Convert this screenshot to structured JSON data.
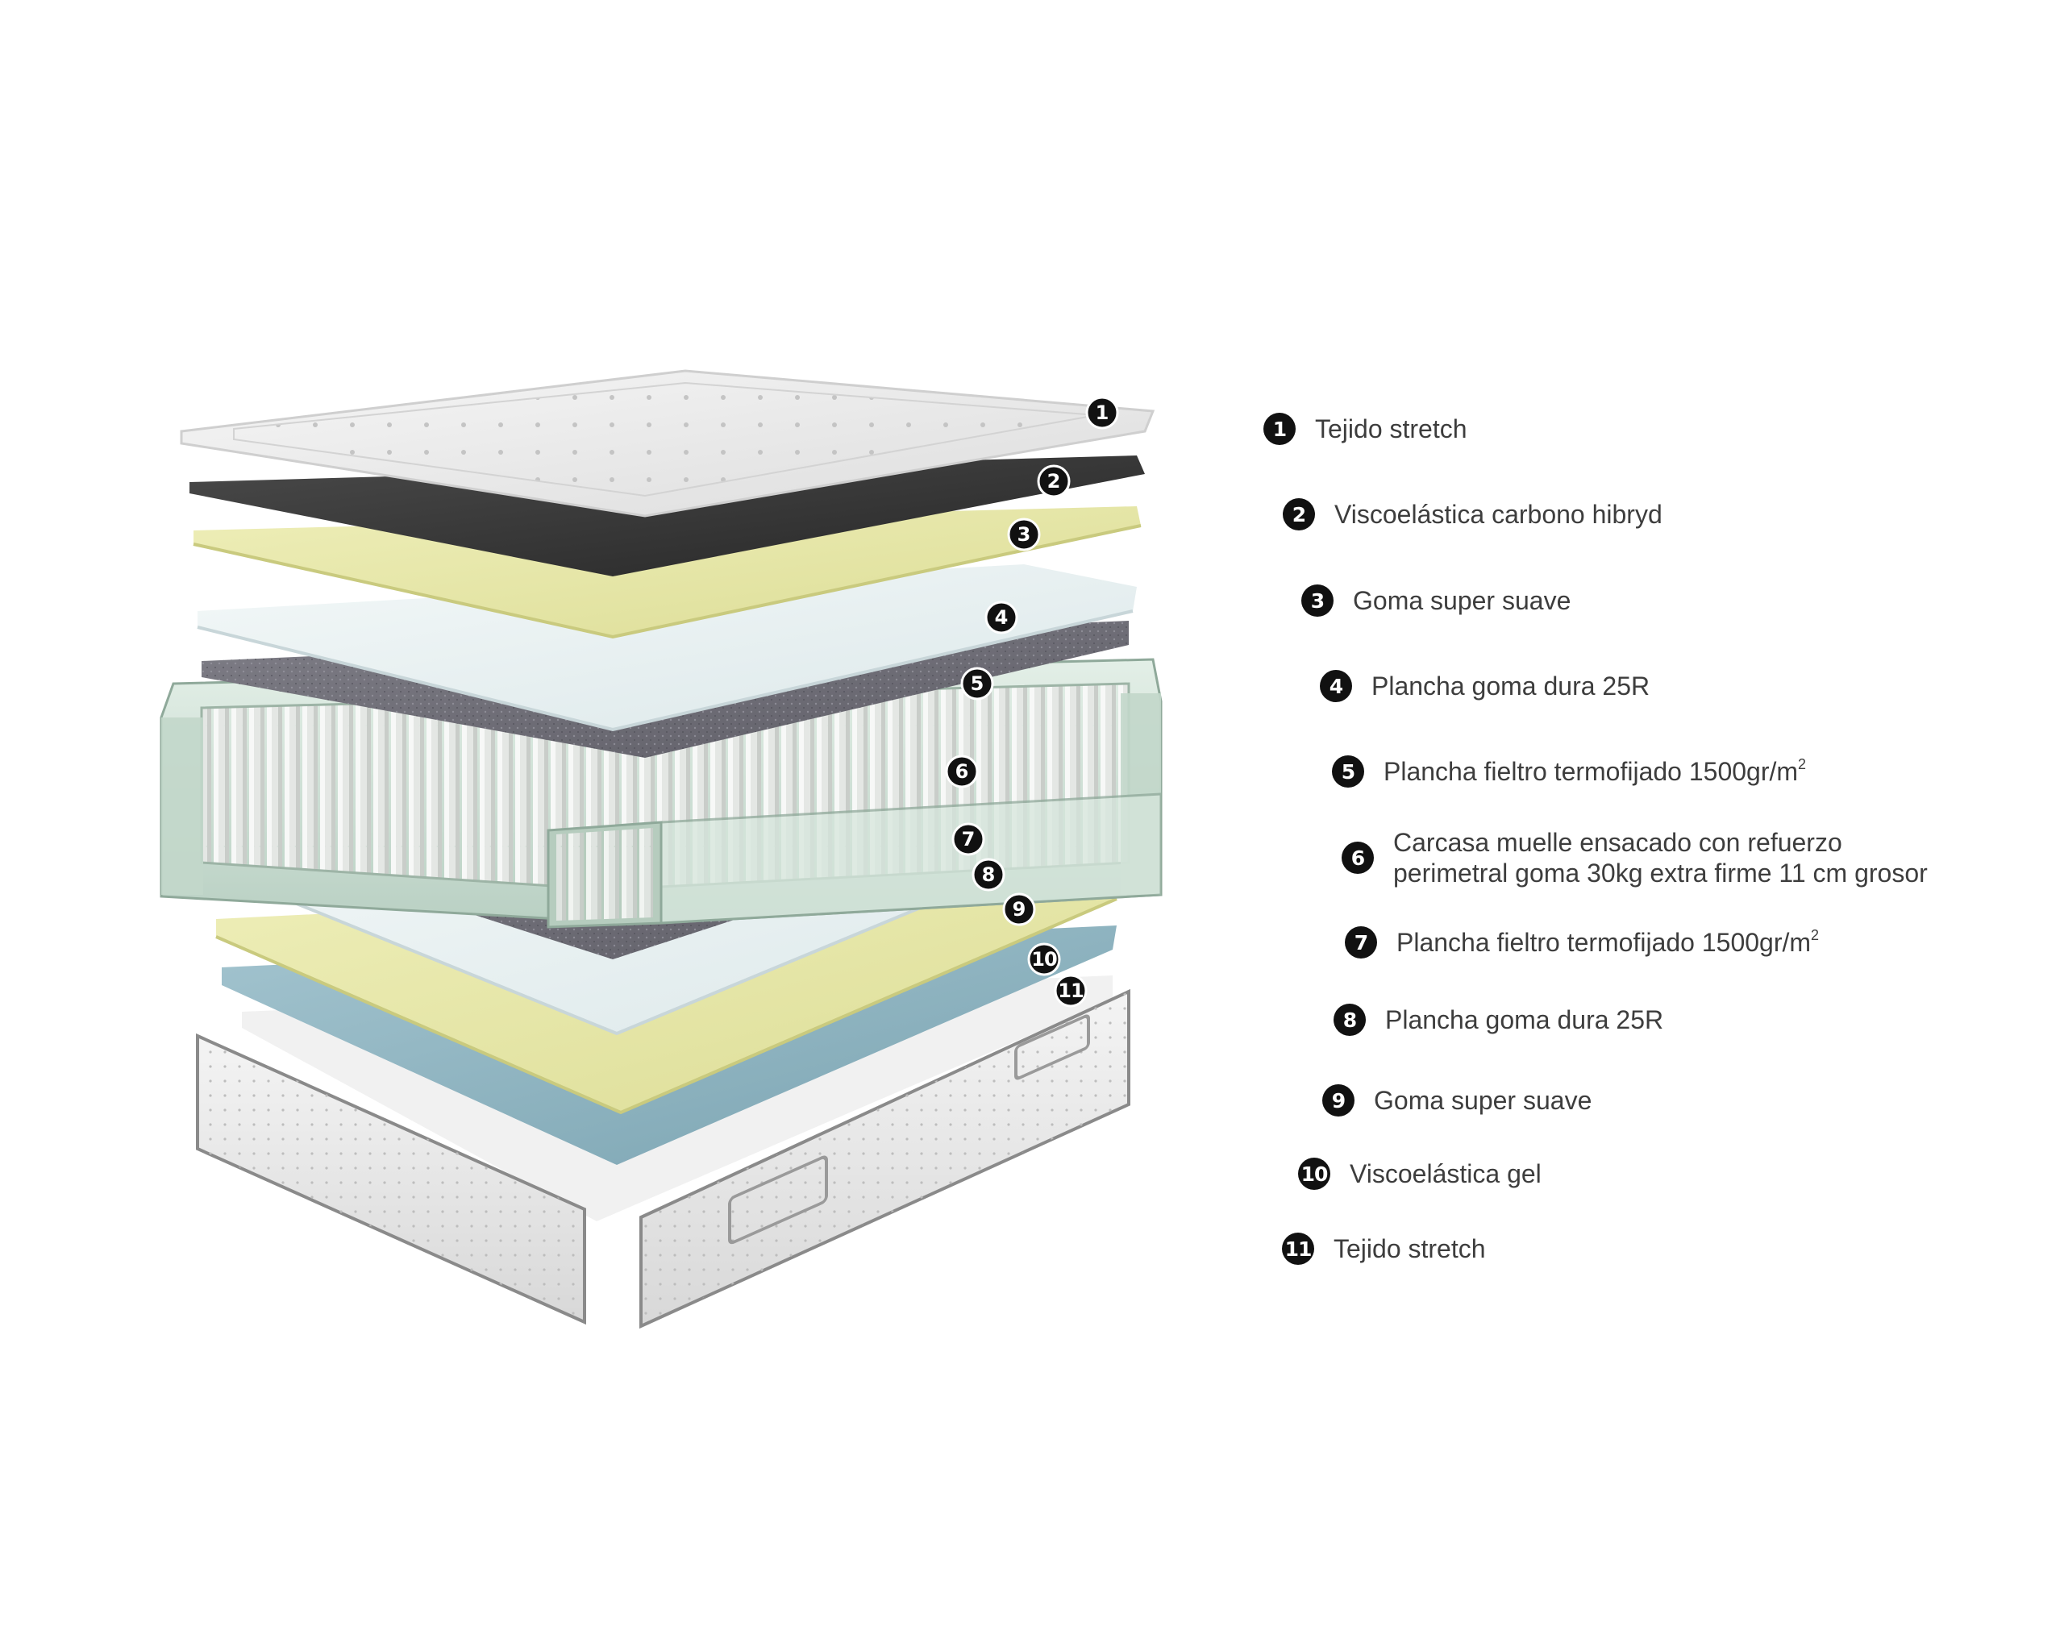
{
  "layers": [
    {
      "id": "1",
      "label": "Tejido stretch"
    },
    {
      "id": "2",
      "label": "Viscoelástica carbono hibryd"
    },
    {
      "id": "3",
      "label": "Goma super suave"
    },
    {
      "id": "4",
      "label": "Plancha goma dura 25R"
    },
    {
      "id": "5",
      "label": "Plancha fieltro termofijado 1500gr/m",
      "sup": "2"
    },
    {
      "id": "6",
      "lines": [
        "Carcasa muelle ensacado con refuerzo",
        "perimetral goma 30kg extra firme 11 cm grosor"
      ]
    },
    {
      "id": "7",
      "label": "Plancha fieltro termofijado 1500gr/m",
      "sup": "2"
    },
    {
      "id": "8",
      "label": "Plancha goma dura 25R"
    },
    {
      "id": "9",
      "label": "Goma super suave"
    },
    {
      "id": "10",
      "label": "Viscoelástica gel"
    },
    {
      "id": "11",
      "label": "Tejido stretch"
    }
  ],
  "colors": {
    "fabric": "#eeeeee",
    "carbon": "#3a3a3a",
    "soft_foam": "#e6e6a8",
    "hard_foam": "#e9f1f2",
    "felt": "#6f6e75",
    "spring_frame": "#cfe0d5",
    "gel_foam": "#8fb5c2",
    "badge": "#111111"
  },
  "icons": {
    "legend_marker": "numbered-circle-badge"
  }
}
